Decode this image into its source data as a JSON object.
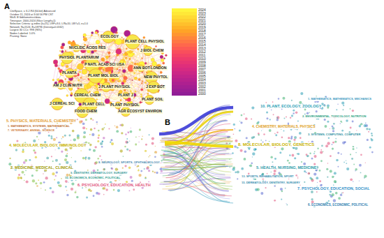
{
  "diagram": {
    "labels": [
      "A",
      "CiteSpace, v. 6.2.R4 (64-bit) Advanced",
      "October 11, 2024 at 3:04:56 PM CST",
      "WoS: E:\\bibliometrics\\data",
      "Timespan: 2000-2024 (Slice Length=1)",
      "Selection Criteria: g-index (k=25), LRF=3.0, L/N=10, LBY=5, e=1.0",
      "Network: N=1524, E=18796 (Density=0.0162)",
      "Largest 30 CCs: 998 (96%)",
      "Nodes Labeled: 1.0%",
      "Pruning: None",
      "ECOLOGY",
      "PLANT CELL PHYSIOL",
      "NUCLEIC ACIDS RES",
      "J BIOL CHEM",
      "PHYSIOL PLANTARUM",
      "P NATL ACAD SCI USA",
      "ANN BOT-LONDON",
      "PLANTA",
      "NEW PHYTOL",
      "PLANT MOL BIOL",
      "AM J CLIN NUTR",
      "J PLANT PHYSIOL",
      "J EXP BOT",
      "CEREAL CHEM",
      "PLANT J",
      "PLANT SOIL",
      "J CEREAL SCI",
      "PLANT CELL",
      "PLANT PHYSIOL",
      "AGR ECOSYST ENVIRON",
      "FOOD CHEM",
      "B",
      "5. PHYSICS, MATERIALS, CHEMISTRY",
      "1. MATHEMATICS, SYSTEMS, MATHEMATICAL",
      "7. VETERINARY, ANIMAL, SCIENCE",
      "4. MOLECULAR, BIOLOGY, IMMUNOLOGY",
      "2. MEDICINE, MEDICAL, CLINICAL",
      "9. DENTISTRY, DERMATOLOGY, SURGERY",
      "10. ECONOMICS, ECONOMIC, POLITICAL",
      "6. PSYCHOLOGY, EDUCATION, HEALTH",
      "8. NEUROLOGY, SPORTS, OPHTHALMOLOGY",
      "10. PLANT, ECOLOGY, ZOOLOGY",
      "1. MATHEMATICS, MATHEMATICS, MECHANICS",
      "2. ENVIRONMENTAL, TOXICOLOGY, NUTRITION",
      "4. CHEMISTRY, MATERIALS, PHYSICS",
      "3. SYSTEMS, COMPUTING, COMPUTER",
      "8. MOLECULAR, BIOLOGY, GENETICS",
      "5. HEALTH, NURSING, MEDICINE",
      "13. SPORTS, REHABILITATION, SPORT",
      "15. DERMATOLOGY, DENTISTRY, SURGERY",
      "7. PSYCHOLOGY, EDUCATION, SOCIAL",
      "6. ECONOMICS, ECONOMIC, POLITICAL"
    ],
    "legend": [
      {
        "text": "2024",
        "color": "#fff53c"
      },
      {
        "text": "2023",
        "color": "#ffe838"
      },
      {
        "text": "2022",
        "color": "#ffdb34"
      },
      {
        "text": "2021",
        "color": "#ffce30"
      },
      {
        "text": "2020",
        "color": "#ffc02c"
      },
      {
        "text": "2019",
        "color": "#ffb228"
      },
      {
        "text": "2018",
        "color": "#ffa426"
      },
      {
        "text": "2017",
        "color": "#ff9530"
      },
      {
        "text": "2016",
        "color": "#ff863a"
      },
      {
        "text": "2015",
        "color": "#ff7744"
      },
      {
        "text": "2014",
        "color": "#ff684c"
      },
      {
        "text": "2013",
        "color": "#fd5a54"
      },
      {
        "text": "2012",
        "color": "#f94e5c"
      },
      {
        "text": "2011",
        "color": "#f44464"
      },
      {
        "text": "2010",
        "color": "#ee3b6c"
      },
      {
        "text": "2009",
        "color": "#e73474"
      },
      {
        "text": "2008",
        "color": "#df2e7b"
      },
      {
        "text": "2007",
        "color": "#d62a81"
      },
      {
        "text": "2006",
        "color": "#cc2786"
      },
      {
        "text": "2005",
        "color": "#c2248a"
      },
      {
        "text": "2004",
        "color": "#b8228d"
      },
      {
        "text": "2003",
        "color": "#ae2090"
      },
      {
        "text": "2002",
        "color": "#a41f92"
      },
      {
        "text": "2001",
        "color": "#9a1e94"
      },
      {
        "text": "2000",
        "color": "#901d96"
      }
    ]
  }
}
